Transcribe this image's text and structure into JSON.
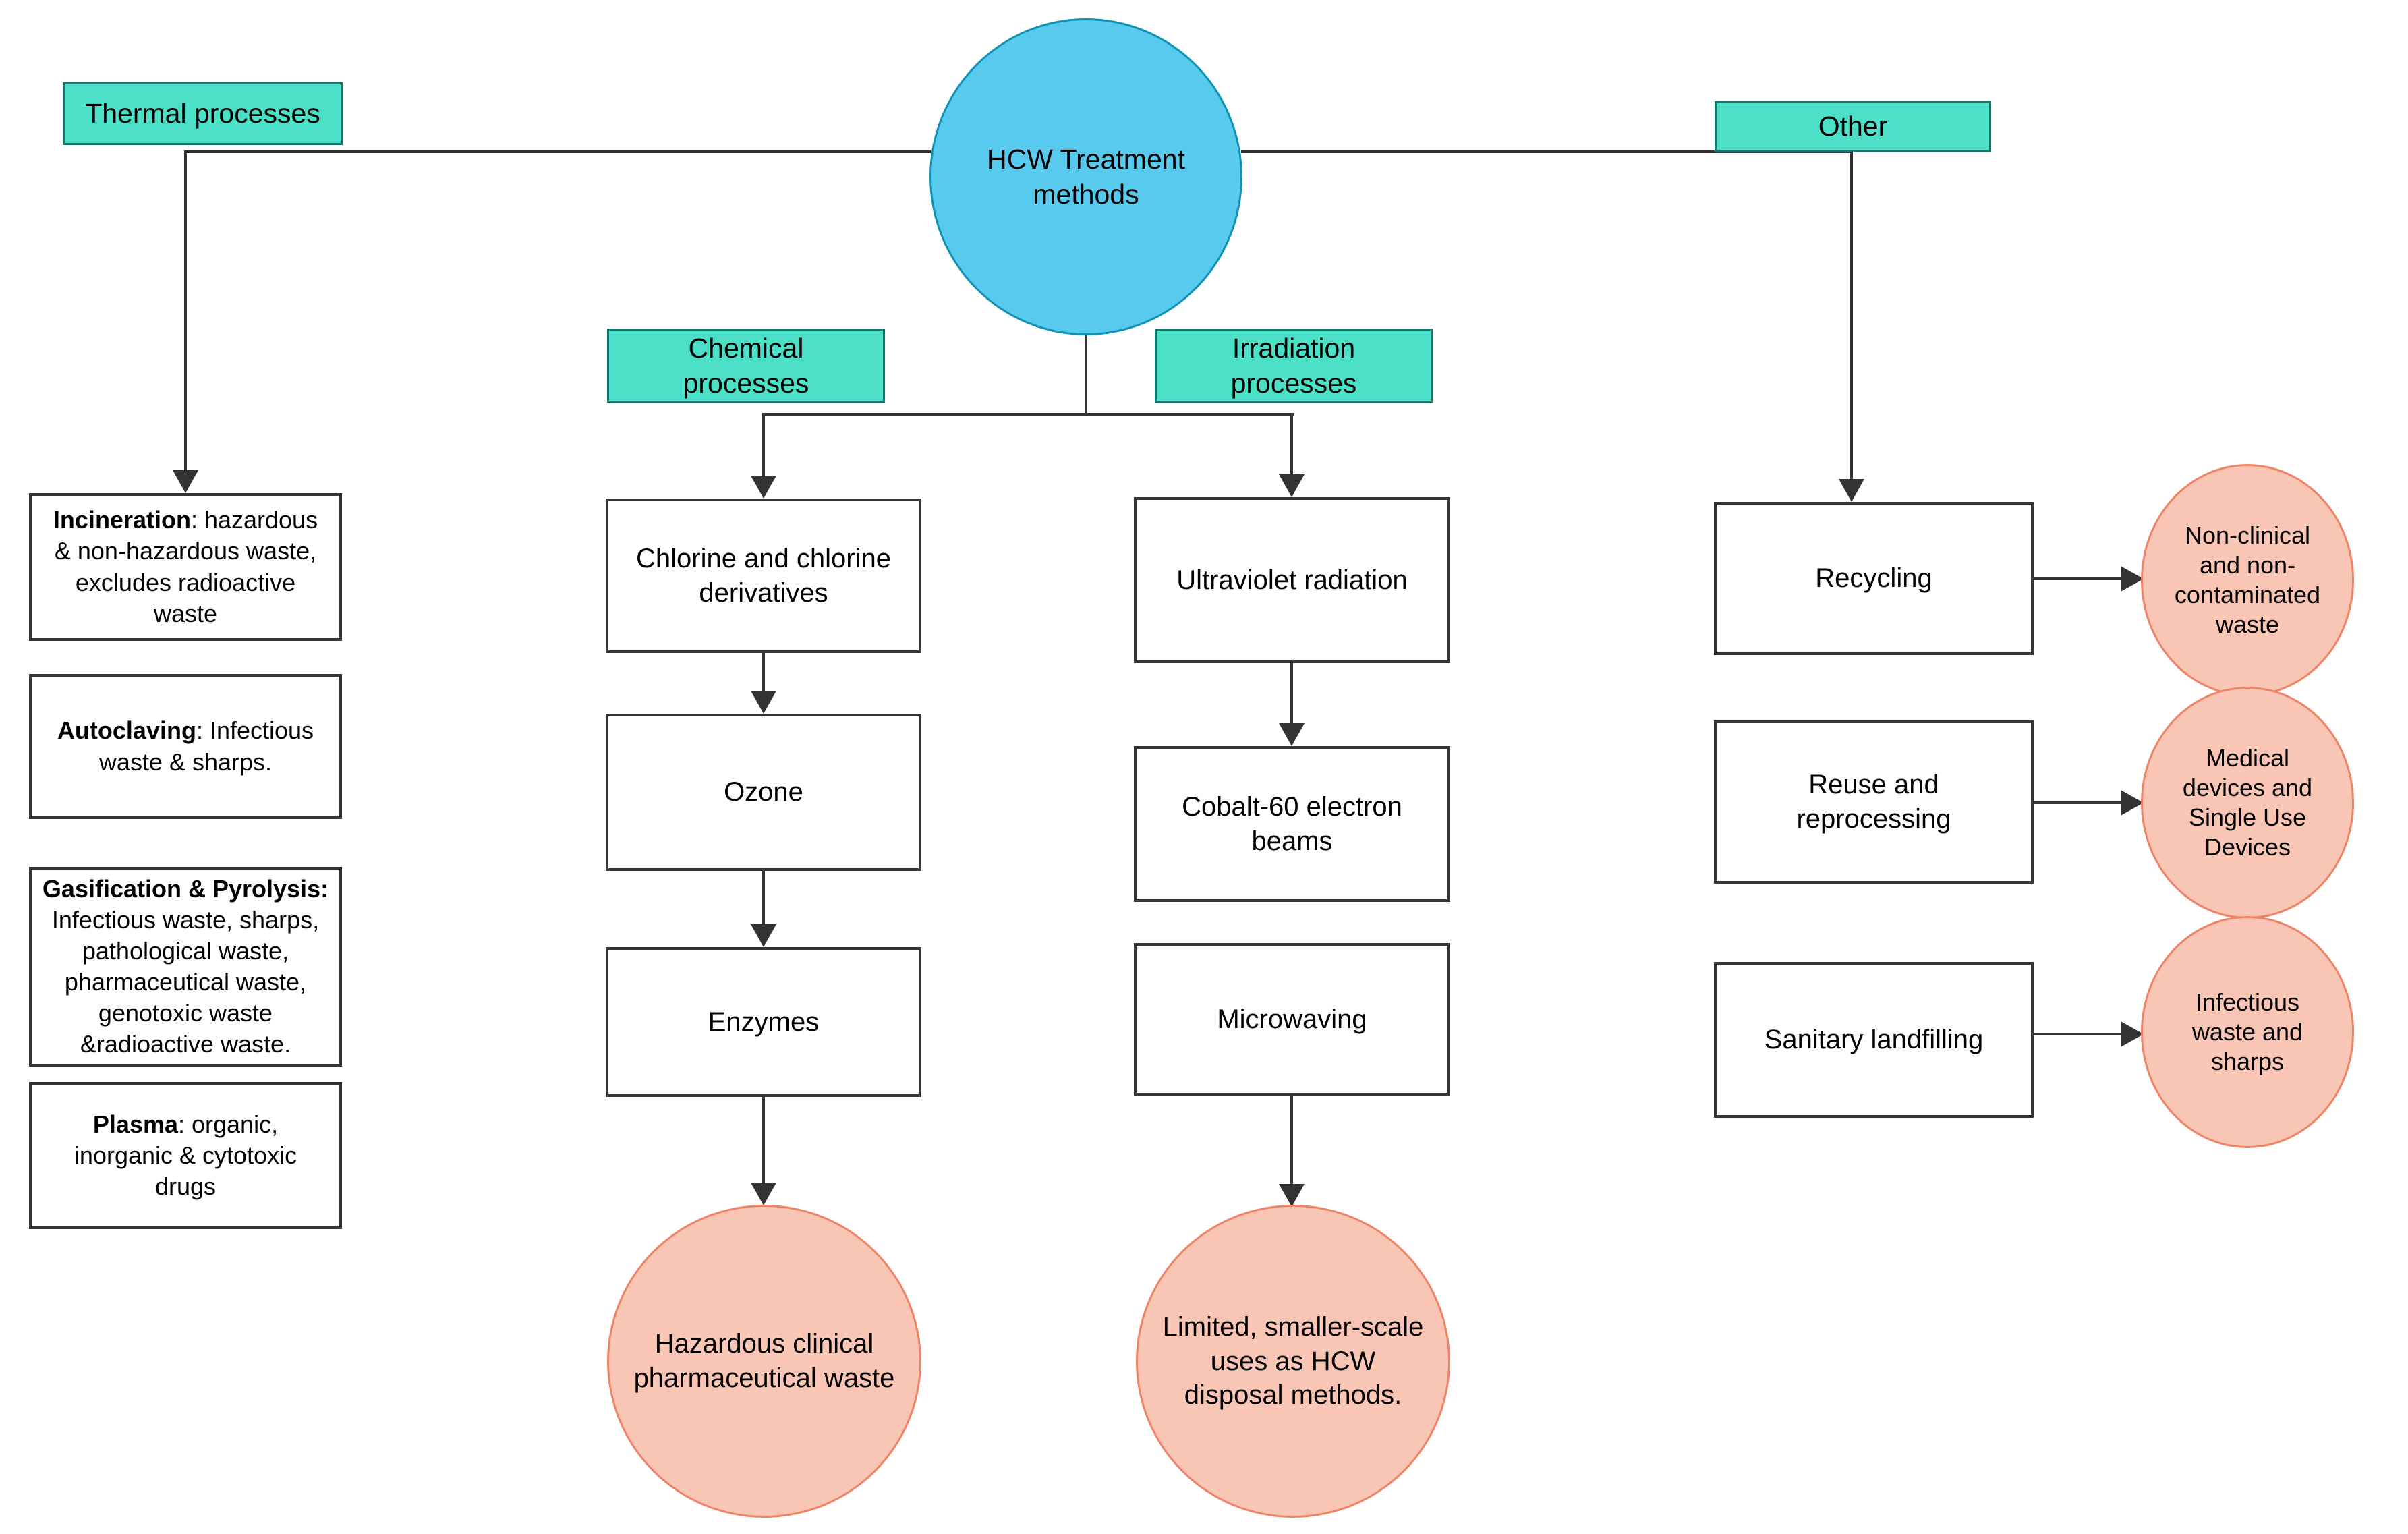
{
  "root": {
    "lines": [
      "HCW Treatment",
      "methods"
    ]
  },
  "colors": {
    "teal_fill": "#4ce0c8",
    "teal_border": "#117a6e",
    "blue_fill": "#58caee",
    "blue_border": "#0e93b5",
    "pink_fill": "#f9c6b6",
    "pink_border": "#ef8365",
    "line": "#333333",
    "box_border": "#363636"
  },
  "thermal": {
    "label": "Thermal processes",
    "incineration": {
      "bold": "Incineration",
      "after_bold": ": hazardous",
      "lines": [
        "& non-hazardous waste,",
        "excludes radioactive",
        "waste"
      ]
    },
    "autoclaving": {
      "bold": "Autoclaving",
      "after_bold": ": Infectious",
      "lines": [
        "waste & sharps."
      ]
    },
    "gasification": {
      "bold": "Gasification & Pyrolysis:",
      "after_bold": "",
      "lines": [
        "Infectious waste, sharps,",
        "pathological waste,",
        "pharmaceutical waste,",
        "genotoxic waste",
        "&radioactive waste."
      ]
    },
    "plasma": {
      "bold": "Plasma",
      "after_bold": ": organic,",
      "lines": [
        "inorganic & cytotoxic",
        "drugs"
      ]
    }
  },
  "chemical": {
    "label_lines": [
      "Chemical",
      "processes"
    ],
    "chlorine_lines": [
      "Chlorine and chlorine",
      "derivatives"
    ],
    "ozone": "Ozone",
    "enzymes": "Enzymes",
    "outcome_lines": [
      "Hazardous clinical",
      "pharmaceutical waste"
    ]
  },
  "irradiation": {
    "label_lines": [
      "Irradiation",
      "processes"
    ],
    "uv": "Ultraviolet radiation",
    "cobalt_lines": [
      "Cobalt-60 electron",
      "beams"
    ],
    "microwaving": "Microwaving",
    "outcome_lines": [
      "Limited, smaller-scale",
      "uses as HCW",
      "disposal methods."
    ]
  },
  "other": {
    "label": "Other",
    "recycling": "Recycling",
    "reuse_lines": [
      "Reuse and",
      "reprocessing"
    ],
    "sanitary": "Sanitary landfilling",
    "outcome1_lines": [
      "Non-clinical",
      "and non-",
      "contaminated",
      "waste"
    ],
    "outcome2_lines": [
      "Medical",
      "devices and",
      "Single Use",
      "Devices"
    ],
    "outcome3_lines": [
      "Infectious",
      "waste and",
      "sharps"
    ]
  }
}
